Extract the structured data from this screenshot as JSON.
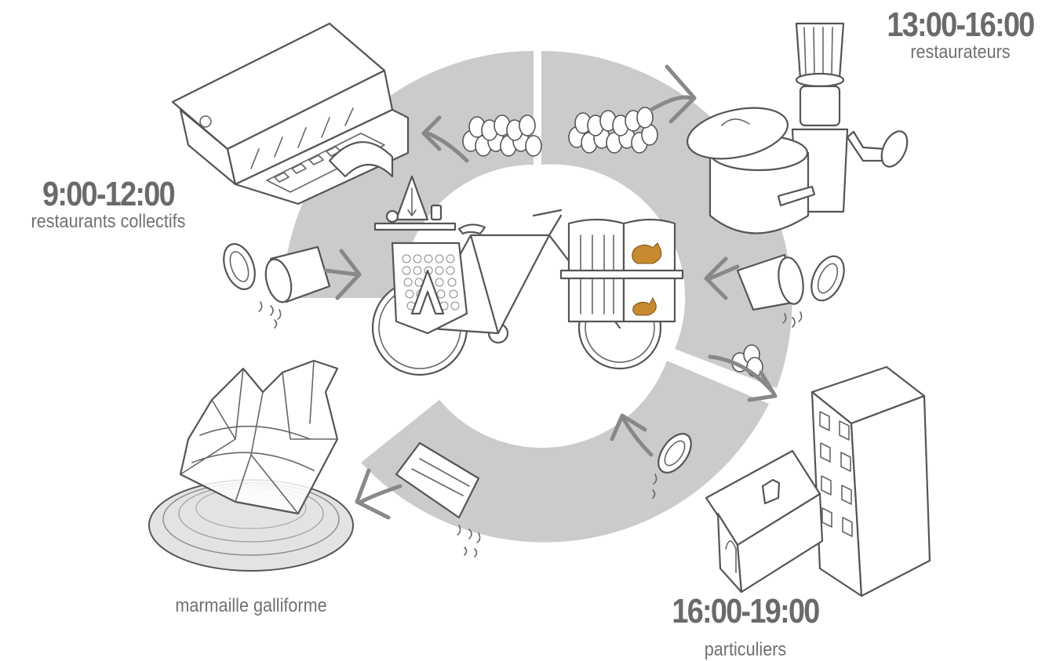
{
  "stages": {
    "morning": {
      "time": "9:00-12:00",
      "audience": "restaurants collectifs"
    },
    "noon": {
      "time": "13:00-16:00",
      "audience": "restaurateurs"
    },
    "evening": {
      "time": "16:00-19:00",
      "audience": "particuliers"
    },
    "chicken": {
      "label": "marmaille galliforme"
    }
  },
  "colors": {
    "ring": "#cbcbcb",
    "line": "#555555",
    "text": "#6e6e6e",
    "hen": "#c8892f"
  },
  "icons": [
    "canteen-building-icon",
    "chef-robot-icon",
    "cooking-pot-icon",
    "apartment-building-icon",
    "house-icon",
    "cargo-tricycle-icon",
    "chicken-crate-icon",
    "egg-cluster-icon",
    "scraps-bucket-icon",
    "plate-icon",
    "origami-hen-icon",
    "cycle-arrow-icon"
  ]
}
